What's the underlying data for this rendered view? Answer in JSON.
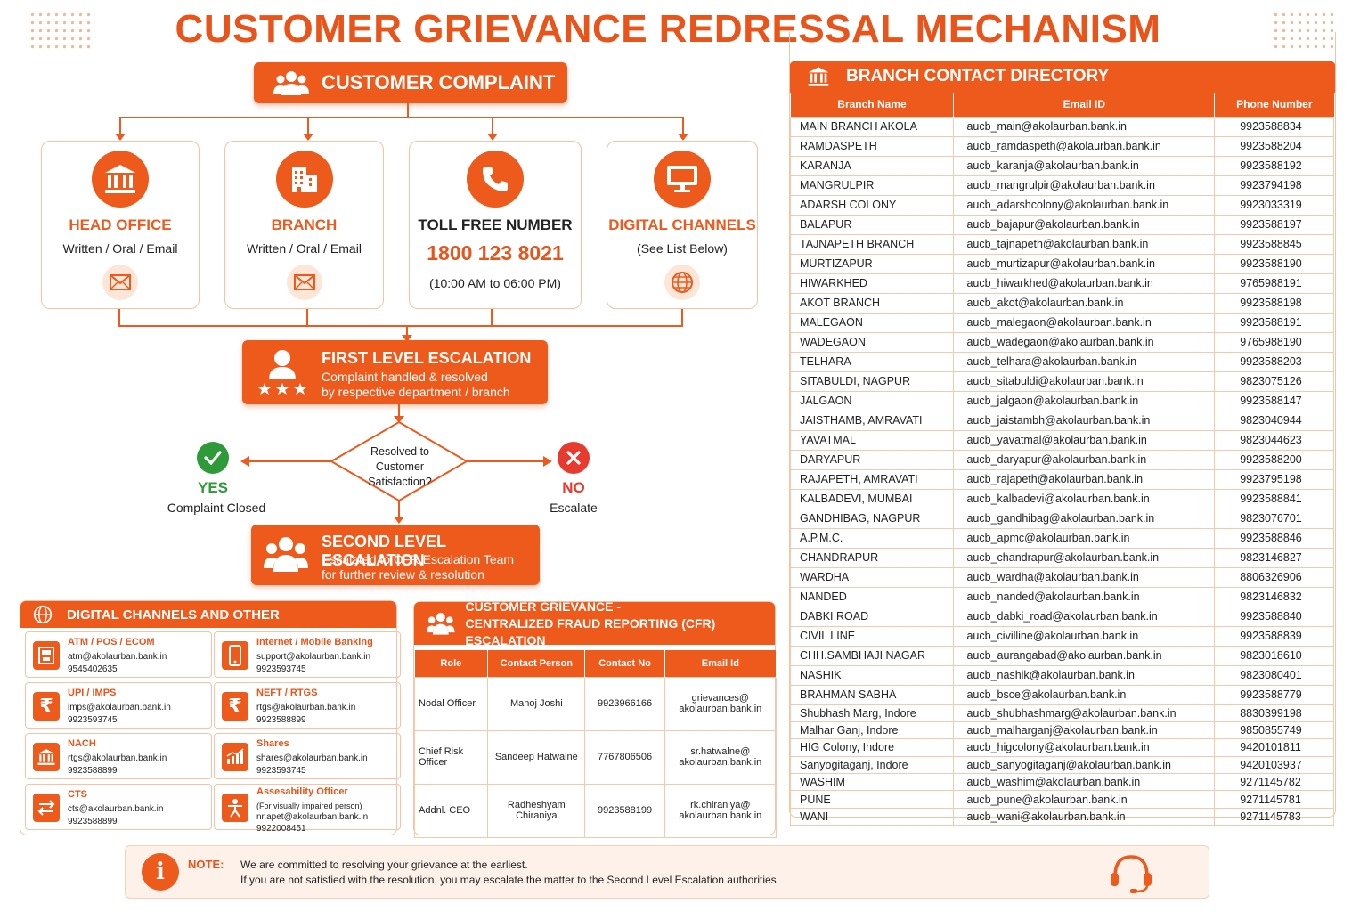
{
  "page_title": "CUSTOMER GRIEVANCE REDRESSAL MECHANISM",
  "complaint": {
    "title": "CUSTOMER COMPLAINT"
  },
  "channels": [
    {
      "title": "HEAD OFFICE",
      "sub": "Written / Oral / Email",
      "icon": "bank-icon",
      "mini_icon": "envelope-icon"
    },
    {
      "title": "BRANCH",
      "sub": "Written / Oral / Email",
      "icon": "building-icon",
      "mini_icon": "envelope-icon"
    },
    {
      "title": "TOLL FREE NUMBER",
      "number": "1800 123 8021",
      "hours": "(10:00 AM to 06:00 PM)",
      "icon": "phone-icon"
    },
    {
      "title": "DIGITAL CHANNELS",
      "sub": "(See List Below)",
      "icon": "monitor-icon",
      "mini_icon": "globe-icon"
    }
  ],
  "first_level": {
    "title": "FIRST LEVEL ESCALATION",
    "line1": "Complaint handled & resolved",
    "line2": "by respective department / branch"
  },
  "decision": {
    "line1": "Resolved to",
    "line2": "Customer",
    "line3": "Satisfaction?"
  },
  "yes": {
    "label": "YES",
    "sub": "Complaint Closed"
  },
  "no": {
    "label": "NO",
    "sub": "Escalate"
  },
  "second_level": {
    "title": "SECOND LEVEL ESCALATION",
    "line1": "Escalated to CFR Escalation Team",
    "line2": "for further review & resolution"
  },
  "digital": {
    "title": "DIGITAL CHANNELS AND OTHER",
    "items": [
      {
        "name": "ATM / POS / ECOM",
        "email": "atm@akolaurban.bank.in",
        "phone": "9545402635",
        "icon": "atm-icon"
      },
      {
        "name": "Internet / Mobile Banking",
        "email": "support@akolaurban.bank.in",
        "phone": "9923593745",
        "icon": "mobile-icon"
      },
      {
        "name": "UPI / IMPS",
        "email": "imps@akolaurban.bank.in",
        "phone": "9923593745",
        "icon": "rupee-icon"
      },
      {
        "name": "NEFT / RTGS",
        "email": "rtgs@akolaurban.bank.in",
        "phone": "9923588899",
        "icon": "rupee-icon"
      },
      {
        "name": "NACH",
        "email": "rtgs@akolaurban.bank.in",
        "phone": "9923588899",
        "icon": "bank-icon"
      },
      {
        "name": "Shares",
        "email": "shares@akolaurban.bank.in",
        "phone": "9923593745",
        "icon": "chart-icon"
      },
      {
        "name": "CTS",
        "email": "cts@akolaurban.bank.in",
        "phone": "9923588899",
        "icon": "arrows-icon"
      },
      {
        "name": "Assesability Officer",
        "note": "(For visually impaired person)",
        "email": "nr.apet@akolaurban.bank.in",
        "phone": "9922008451",
        "icon": "accessibility-icon"
      }
    ]
  },
  "cfr": {
    "title1": "CUSTOMER GRIEVANCE -",
    "title2": "CENTRALIZED FRAUD REPORTING (CFR) ESCALATION",
    "headers": [
      "Role",
      "Contact Person",
      "Contact No",
      "Email Id"
    ],
    "rows": [
      {
        "role": "Nodal Officer",
        "person": "Manoj Joshi",
        "phone": "9923966166",
        "email1": "grievances@",
        "email2": "akolaurban.bank.in"
      },
      {
        "role": "Chief Risk Officer",
        "person": "Sandeep Hatwalne",
        "phone": "7767806506",
        "email1": "sr.hatwalne@",
        "email2": "akolaurban.bank.in"
      },
      {
        "role": "Addnl. CEO",
        "person": "Radheshyam Chiraniya",
        "phone": "9923588199",
        "email1": "rk.chiraniya@",
        "email2": "akolaurban.bank.in"
      }
    ]
  },
  "directory": {
    "title": "BRANCH CONTACT DIRECTORY",
    "headers": [
      "Branch Name",
      "Email ID",
      "Phone Number"
    ],
    "rows": [
      [
        "MAIN BRANCH AKOLA",
        "aucb_main@akolaurban.bank.in",
        "9923588834"
      ],
      [
        "RAMDASPETH",
        "aucb_ramdaspeth@akolaurban.bank.in",
        "9923588204"
      ],
      [
        "KARANJA",
        "aucb_karanja@akolaurban.bank.in",
        "9923588192"
      ],
      [
        "MANGRULPIR",
        "aucb_mangrulpir@akolaurban.bank.in",
        "9923794198"
      ],
      [
        "ADARSH COLONY",
        "aucb_adarshcolony@akolaurban.bank.in",
        "9923033319"
      ],
      [
        "BALAPUR",
        "aucb_bajapur@akolaurban.bank.in",
        "9923588197"
      ],
      [
        "TAJNAPETH BRANCH",
        "aucb_tajnapeth@akolaurban.bank.in",
        "9923588845"
      ],
      [
        "MURTIZAPUR",
        "aucb_murtizapur@akolaurban.bank.in",
        "9923588190"
      ],
      [
        "HIWARKHED",
        "aucb_hiwarkhed@akolaurban.bank.in",
        "9765988191"
      ],
      [
        "AKOT BRANCH",
        "aucb_akot@akolaurban.bank.in",
        "9923588198"
      ],
      [
        "MALEGAON",
        "aucb_malegaon@akolaurban.bank.in",
        "9923588191"
      ],
      [
        "WADEGAON",
        "aucb_wadegaon@akolaurban.bank.in",
        "9765988190"
      ],
      [
        "TELHARA",
        "aucb_telhara@akolaurban.bank.in",
        "9923588203"
      ],
      [
        "SITABULDI, NAGPUR",
        "aucb_sitabuldi@akolaurban.bank.in",
        "9823075126"
      ],
      [
        "JALGAON",
        "aucb_jalgaon@akolaurban.bank.in",
        "9923588147"
      ],
      [
        "JAISTHAMB, AMRAVATI",
        "aucb_jaistambh@akolaurban.bank.in",
        "9823040944"
      ],
      [
        "YAVATMAL",
        "aucb_yavatmal@akolaurban.bank.in",
        "9823044623"
      ],
      [
        "DARYAPUR",
        "aucb_daryapur@akolaurban.bank.in",
        "9923588200"
      ],
      [
        "RAJAPETH, AMRAVATI",
        "aucb_rajapeth@akolaurban.bank.in",
        "9923795198"
      ],
      [
        "KALBADEVI, MUMBAI",
        "aucb_kalbadevi@akolaurban.bank.in",
        "9923588841"
      ],
      [
        "GANDHIBAG, NAGPUR",
        "aucb_gandhibag@akolaurban.bank.in",
        "9823076701"
      ],
      [
        "A.P.M.C.",
        "aucb_apmc@akolaurban.bank.in",
        "9923588846"
      ],
      [
        "CHANDRAPUR",
        "aucb_chandrapur@akolaurban.bank.in",
        "9823146827"
      ],
      [
        "WARDHA",
        "aucb_wardha@akolaurban.bank.in",
        "8806326906"
      ],
      [
        "NANDED",
        "aucb_nanded@akolaurban.bank.in",
        "9823146832"
      ],
      [
        "DABKI ROAD",
        "aucb_dabki_road@akolaurban.bank.in",
        "9923588840"
      ],
      [
        "CIVIL LINE",
        "aucb_civilline@akolaurban.bank.in",
        "9923588839"
      ],
      [
        "CHH.SAMBHAJI NAGAR",
        "aucb_aurangabad@akolaurban.bank.in",
        "9823018610"
      ],
      [
        "NASHIK",
        "aucb_nashik@akolaurban.bank.in",
        "9823080401"
      ],
      [
        "BRAHMAN SABHA",
        "aucb_bsce@akolaurban.bank.in",
        "9923588779"
      ],
      [
        "Shubhash Marg, Indore",
        "aucb_shubhashmarg@akolaurban.bank.in",
        "8830399198"
      ],
      [
        "Malhar Ganj, Indore",
        "aucb_malharganj@akolaurban.bank.in",
        "9850855749"
      ],
      [
        "HIG Colony, Indore",
        "aucb_higcolony@akolaurban.bank.in",
        "9420101811"
      ],
      [
        "Sanyogitaganj, Indore",
        "aucb_sanyogitaganj@akolaurban.bank.in",
        "9420103937"
      ],
      [
        "WASHIM",
        "aucb_washim@akolaurban.bank.in",
        "9271145782"
      ],
      [
        "PUNE",
        "aucb_pune@akolaurban.bank.in",
        "9271145781"
      ],
      [
        "WANI",
        "aucb_wani@akolaurban.bank.in",
        "9271145783"
      ]
    ]
  },
  "note": {
    "label": "NOTE:",
    "line1": "We are committed to resolving your grievance at the earliest.",
    "line2": "If you are not satisfied with the resolution, you may escalate the matter to the Second Level Escalation authorities."
  },
  "colors": {
    "accent": "#ee5a1c",
    "title": "#e8541a",
    "border": "#f6c3a6",
    "yes": "#2e9a3a",
    "no": "#e63b2e"
  }
}
